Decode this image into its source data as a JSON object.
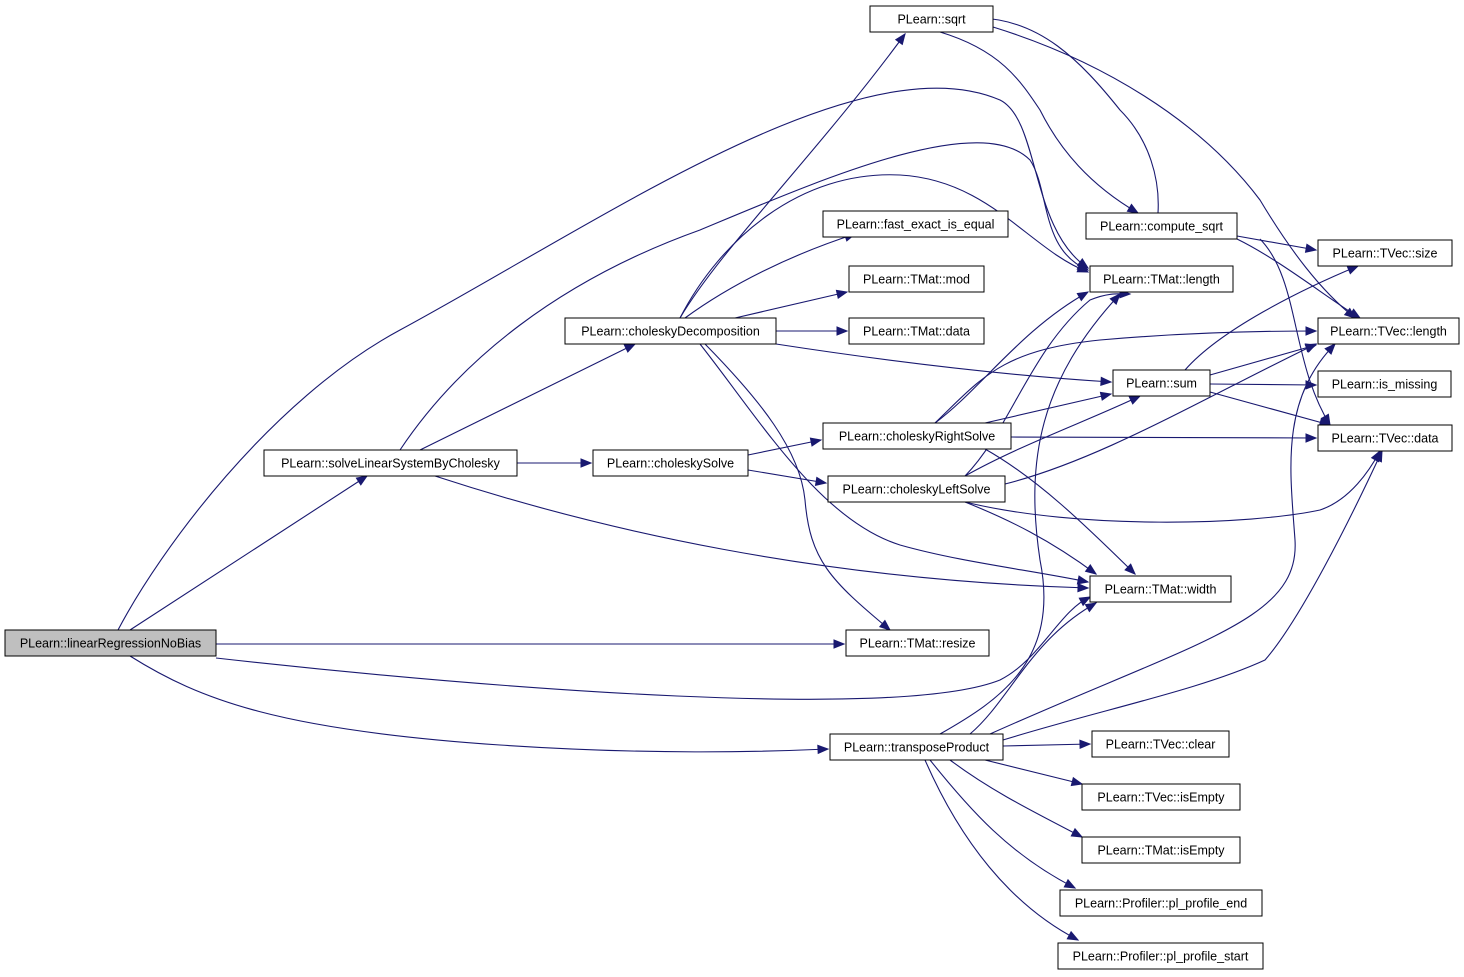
{
  "graph": {
    "edge_color": "#191970",
    "root_fill": "#bfbfbf",
    "nodes": [
      {
        "id": "linearRegressionNoBias",
        "label": "PLearn::linearRegressionNoBias",
        "root": true
      },
      {
        "id": "solveLinearSystemByCholesky",
        "label": "PLearn::solveLinearSystemByCholesky"
      },
      {
        "id": "choleskyDecomposition",
        "label": "PLearn::choleskyDecomposition"
      },
      {
        "id": "choleskySolve",
        "label": "PLearn::choleskySolve"
      },
      {
        "id": "sqrt",
        "label": "PLearn::sqrt"
      },
      {
        "id": "fast_exact_is_equal",
        "label": "PLearn::fast_exact_is_equal"
      },
      {
        "id": "TMat_mod",
        "label": "PLearn::TMat::mod"
      },
      {
        "id": "TMat_data",
        "label": "PLearn::TMat::data"
      },
      {
        "id": "choleskyRightSolve",
        "label": "PLearn::choleskyRightSolve"
      },
      {
        "id": "choleskyLeftSolve",
        "label": "PLearn::choleskyLeftSolve"
      },
      {
        "id": "TMat_resize",
        "label": "PLearn::TMat::resize"
      },
      {
        "id": "transposeProduct",
        "label": "PLearn::transposeProduct"
      },
      {
        "id": "compute_sqrt",
        "label": "PLearn::compute_sqrt"
      },
      {
        "id": "TMat_length",
        "label": "PLearn::TMat::length"
      },
      {
        "id": "sum",
        "label": "PLearn::sum"
      },
      {
        "id": "TMat_width",
        "label": "PLearn::TMat::width"
      },
      {
        "id": "TVec_clear",
        "label": "PLearn::TVec::clear"
      },
      {
        "id": "TVec_isEmpty",
        "label": "PLearn::TVec::isEmpty"
      },
      {
        "id": "TMat_isEmpty",
        "label": "PLearn::TMat::isEmpty"
      },
      {
        "id": "pl_profile_end",
        "label": "PLearn::Profiler::pl_profile_end"
      },
      {
        "id": "pl_profile_start",
        "label": "PLearn::Profiler::pl_profile_start"
      },
      {
        "id": "TVec_size",
        "label": "PLearn::TVec::size"
      },
      {
        "id": "TVec_length",
        "label": "PLearn::TVec::length"
      },
      {
        "id": "is_missing",
        "label": "PLearn::is_missing"
      },
      {
        "id": "TVec_data",
        "label": "PLearn::TVec::data"
      }
    ],
    "edges": [
      {
        "from": "linearRegressionNoBias",
        "to": "TMat_length"
      },
      {
        "from": "linearRegressionNoBias",
        "to": "solveLinearSystemByCholesky"
      },
      {
        "from": "linearRegressionNoBias",
        "to": "TMat_resize"
      },
      {
        "from": "linearRegressionNoBias",
        "to": "TMat_width"
      },
      {
        "from": "linearRegressionNoBias",
        "to": "transposeProduct"
      },
      {
        "from": "solveLinearSystemByCholesky",
        "to": "TMat_length"
      },
      {
        "from": "solveLinearSystemByCholesky",
        "to": "choleskyDecomposition"
      },
      {
        "from": "solveLinearSystemByCholesky",
        "to": "choleskySolve"
      },
      {
        "from": "solveLinearSystemByCholesky",
        "to": "TMat_width"
      },
      {
        "from": "choleskyDecomposition",
        "to": "sqrt"
      },
      {
        "from": "choleskyDecomposition",
        "to": "TMat_length"
      },
      {
        "from": "choleskyDecomposition",
        "to": "fast_exact_is_equal"
      },
      {
        "from": "choleskyDecomposition",
        "to": "TMat_mod"
      },
      {
        "from": "choleskyDecomposition",
        "to": "TMat_data"
      },
      {
        "from": "choleskyDecomposition",
        "to": "sum"
      },
      {
        "from": "choleskyDecomposition",
        "to": "TMat_width"
      },
      {
        "from": "choleskyDecomposition",
        "to": "TMat_resize"
      },
      {
        "from": "choleskySolve",
        "to": "choleskyRightSolve"
      },
      {
        "from": "choleskySolve",
        "to": "choleskyLeftSolve"
      },
      {
        "from": "choleskyRightSolve",
        "to": "TMat_length"
      },
      {
        "from": "choleskyRightSolve",
        "to": "TVec_length"
      },
      {
        "from": "choleskyRightSolve",
        "to": "sum"
      },
      {
        "from": "choleskyRightSolve",
        "to": "TVec_data"
      },
      {
        "from": "choleskyRightSolve",
        "to": "TMat_width"
      },
      {
        "from": "choleskyLeftSolve",
        "to": "TMat_length"
      },
      {
        "from": "choleskyLeftSolve",
        "to": "sum"
      },
      {
        "from": "choleskyLeftSolve",
        "to": "TVec_length"
      },
      {
        "from": "choleskyLeftSolve",
        "to": "TVec_data"
      },
      {
        "from": "choleskyLeftSolve",
        "to": "TMat_width"
      },
      {
        "from": "sqrt",
        "to": "compute_sqrt"
      },
      {
        "from": "sqrt",
        "to": "TVec_length"
      },
      {
        "from": "compute_sqrt",
        "to": "sqrt"
      },
      {
        "from": "compute_sqrt",
        "to": "TVec_size"
      },
      {
        "from": "compute_sqrt",
        "to": "TVec_length"
      },
      {
        "from": "compute_sqrt",
        "to": "TVec_data"
      },
      {
        "from": "sum",
        "to": "TVec_size"
      },
      {
        "from": "sum",
        "to": "TVec_length"
      },
      {
        "from": "sum",
        "to": "is_missing"
      },
      {
        "from": "sum",
        "to": "TVec_data"
      },
      {
        "from": "transposeProduct",
        "to": "TMat_length"
      },
      {
        "from": "transposeProduct",
        "to": "TMat_width"
      },
      {
        "from": "transposeProduct",
        "to": "TVec_length"
      },
      {
        "from": "transposeProduct",
        "to": "TVec_data"
      },
      {
        "from": "transposeProduct",
        "to": "TVec_clear"
      },
      {
        "from": "transposeProduct",
        "to": "TVec_isEmpty"
      },
      {
        "from": "transposeProduct",
        "to": "TMat_isEmpty"
      },
      {
        "from": "transposeProduct",
        "to": "pl_profile_end"
      },
      {
        "from": "transposeProduct",
        "to": "pl_profile_start"
      }
    ]
  }
}
